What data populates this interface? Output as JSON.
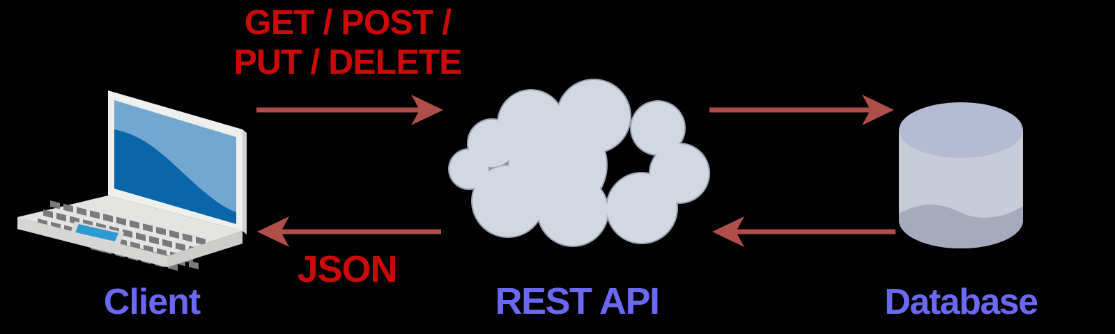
{
  "diagram": {
    "type": "architecture-flow",
    "background": "#000000",
    "nodes": [
      {
        "id": "client",
        "label": "Client",
        "icon": "laptop-icon"
      },
      {
        "id": "rest-api",
        "label": "REST API",
        "icon": "cloud-icon"
      },
      {
        "id": "database",
        "label": "Database",
        "icon": "database-cylinder-icon"
      }
    ],
    "edges": [
      {
        "from": "client",
        "to": "rest-api",
        "direction": "right",
        "label": "GET / POST / PUT / DELETE",
        "label_lines": [
          "GET / POST /",
          "PUT / DELETE"
        ]
      },
      {
        "from": "rest-api",
        "to": "database",
        "direction": "right",
        "label": ""
      },
      {
        "from": "database",
        "to": "rest-api",
        "direction": "left",
        "label": ""
      },
      {
        "from": "rest-api",
        "to": "client",
        "direction": "left",
        "label": "JSON",
        "label_lines": [
          "JSON"
        ]
      }
    ],
    "colors": {
      "method_text": "#cc0a0a",
      "node_label": "#6b68f2",
      "arrow": "#b04e4a",
      "cloud_fill": "#d3d7e0",
      "cloud_stroke": "#98a3b6",
      "laptop_body": "#e4e4e2",
      "laptop_screen_dark": "#0b65a9",
      "laptop_screen_light": "#72a7d2",
      "laptop_keys": "#7a7a7a",
      "laptop_trackpad": "#2d9bd1",
      "cylinder_top": "#b5bbd3",
      "cylinder_body": "#c8ccd9",
      "cylinder_shadow": "#a5abbd"
    }
  }
}
